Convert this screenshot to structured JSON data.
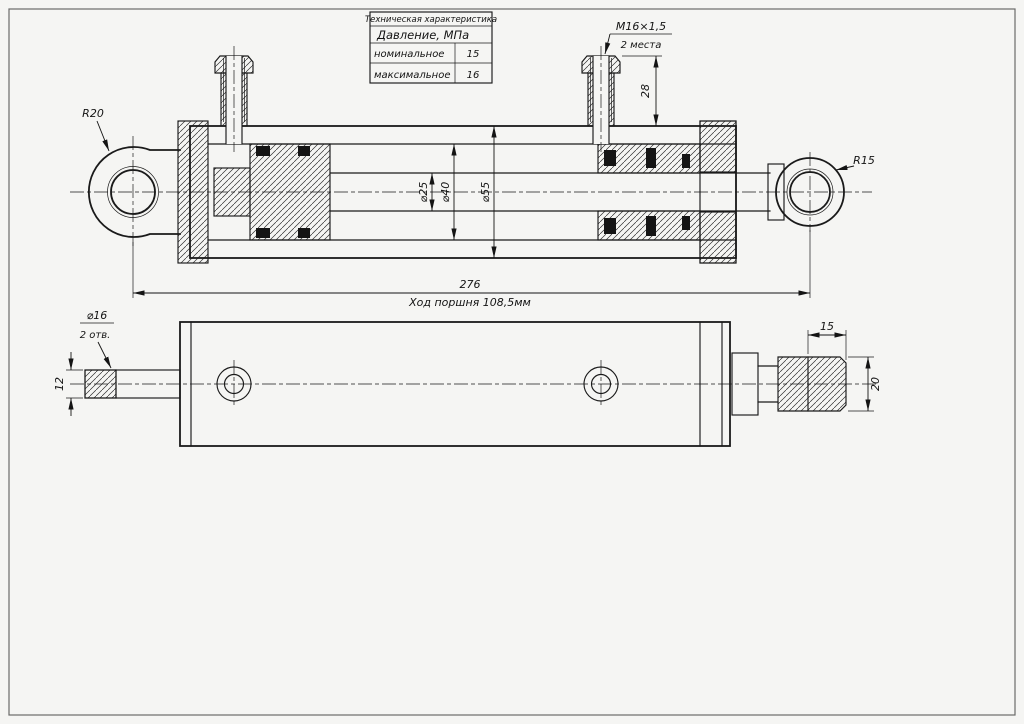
{
  "spec_table": {
    "title": "Техническая характеристика",
    "parameter": "Давление, МПа",
    "nominal_label": "номинальное",
    "nominal_value": "15",
    "max_label": "максимальное",
    "max_value": "16"
  },
  "section_view": {
    "thread_callout": "M16×1,5",
    "thread_places": "2 места",
    "port_height": "28",
    "left_eye_radius": "R20",
    "right_eye_radius": "R15",
    "rod_diameter": "⌀25",
    "bore_diameter": "⌀40",
    "barrel_diameter": "⌀55",
    "overall_length": "276",
    "stroke_note": "Ход поршня 108,5мм"
  },
  "side_view": {
    "hole_diameter": "⌀16",
    "hole_count": "2 отв.",
    "plate_thickness": "12",
    "thread_length": "15",
    "rod_end_diameter": "20"
  }
}
